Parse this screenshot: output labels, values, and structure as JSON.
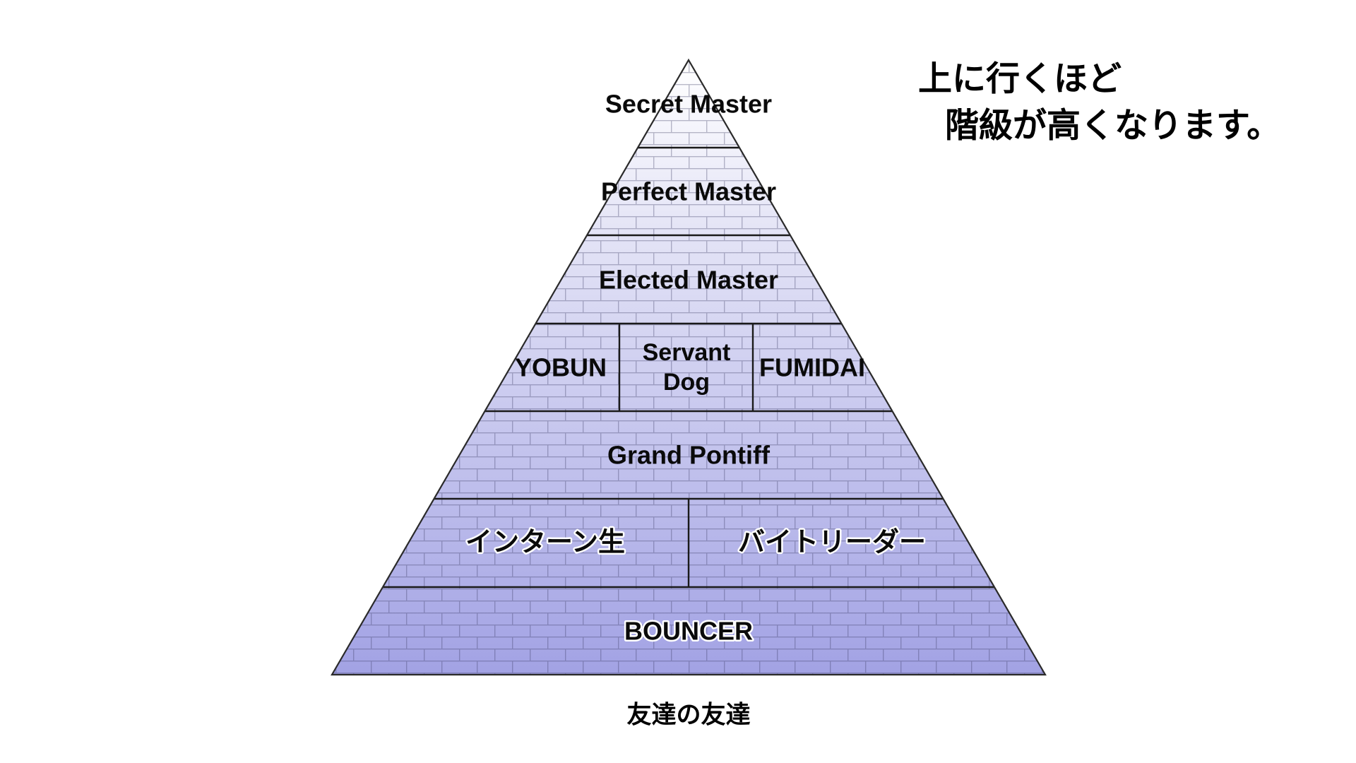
{
  "annotation": {
    "line1": "上に行くほど",
    "line2": "階級が高くなります。"
  },
  "pyramid": {
    "tiers": [
      {
        "level": 1,
        "labels": [
          "Secret Master"
        ]
      },
      {
        "level": 2,
        "labels": [
          "Perfect Master"
        ]
      },
      {
        "level": 3,
        "labels": [
          "Elected Master"
        ]
      },
      {
        "level": 4,
        "labels": [
          "YOBUN",
          [
            "Servant",
            "Dog"
          ],
          "FUMIDAI"
        ]
      },
      {
        "level": 5,
        "labels": [
          "Grand Pontiff"
        ]
      },
      {
        "level": 6,
        "labels": [
          "インターン生",
          "バイトリーダー"
        ]
      },
      {
        "level": 7,
        "labels": [
          "BOUNCER"
        ]
      }
    ],
    "base_caption": "友達の友達"
  },
  "colors": {
    "pyramid_top": "#ffffff",
    "pyramid_upper": "#e4e4f6",
    "pyramid_bottom": "#a2a2e4",
    "divider_line": "#1a1a1a"
  }
}
